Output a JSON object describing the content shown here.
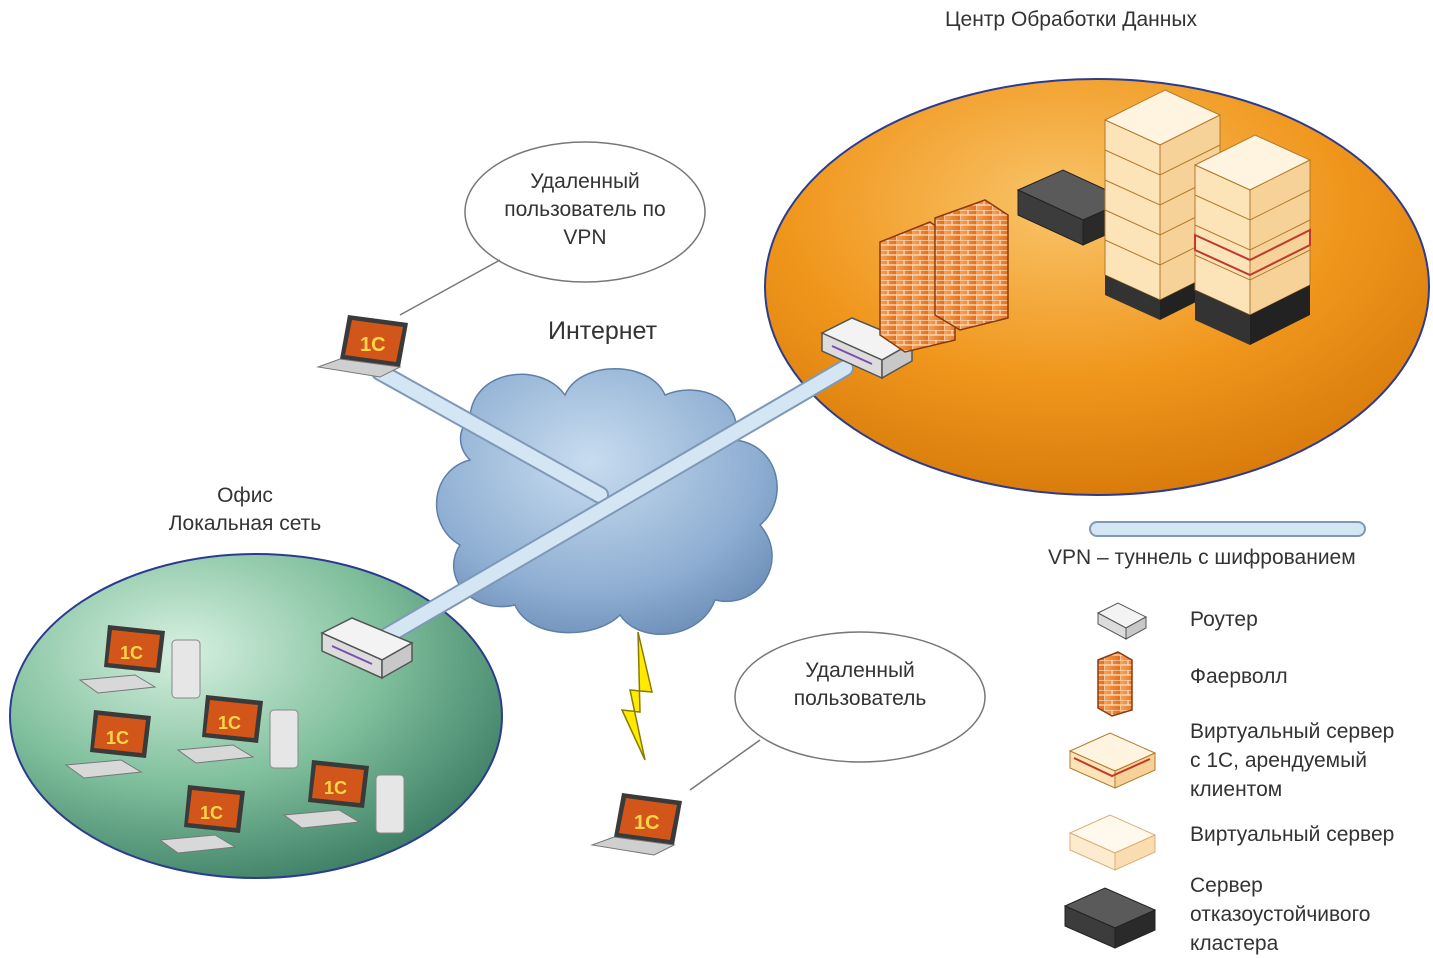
{
  "title_dc": "Центр Обработки Данных",
  "internet": "Интернет",
  "office": {
    "line1": "Офис",
    "line2": "Локальная сеть"
  },
  "vpn_user": {
    "line1": "Удаленный",
    "line2": "пользователь по",
    "line3": "VPN"
  },
  "remote_user": {
    "line1": "Удаленный",
    "line2": "пользователь"
  },
  "legend": {
    "tunnel": "VPN – туннель с шифрованием",
    "router": "Роутер",
    "firewall": "Фаерволл",
    "vs1c": {
      "line1": "Виртуальный сервер",
      "line2": "с 1С, арендуемый",
      "line3": "клиентом"
    },
    "vs": "Виртуальный сервер",
    "cluster": {
      "line1": "Сервер",
      "line2": "отказоустойчивого",
      "line3": "кластера"
    }
  },
  "icons": {
    "laptop": "laptop-1c-icon",
    "pc": "desktop-1c-icon",
    "router": "router-icon",
    "firewall": "firewall-icon",
    "server": "server-icon",
    "cloud": "cloud-icon"
  },
  "colors": {
    "dc_fill": "#f29a1c",
    "office_fill": "#7fc0a0",
    "cloud": "#8fb3d9",
    "tunnel": "#c9dff2",
    "brick": "#f08a3a"
  }
}
